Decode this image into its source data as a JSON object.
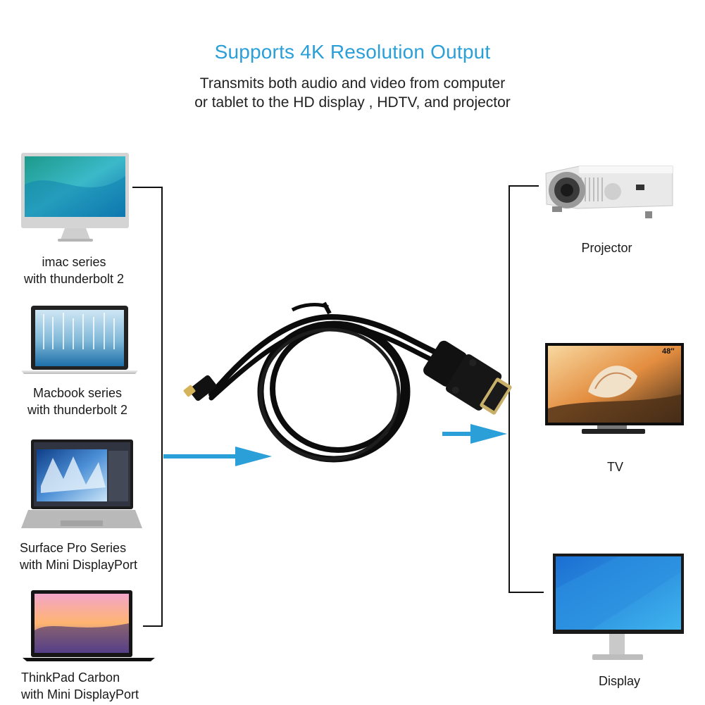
{
  "header": {
    "title": "Supports 4K Resolution Output",
    "line1": "Transmits both audio and video from computer",
    "line2": "or tablet to the HD display , HDTV,  and projector"
  },
  "sources": [
    {
      "label1": "imac series",
      "label2": "with thunderbolt 2"
    },
    {
      "label1": "Macbook series",
      "label2": "with thunderbolt 2"
    },
    {
      "label1": "Surface Pro Series",
      "label2": "with Mini DisplayPort"
    },
    {
      "label1": "ThinkPad Carbon",
      "label2": "with Mini DisplayPort"
    }
  ],
  "outputs": [
    {
      "label": "Projector"
    },
    {
      "label": "TV",
      "badge": "48″"
    },
    {
      "label": "Display"
    }
  ],
  "colors": {
    "accent": "#2a9fd8",
    "line": "#111111",
    "cable": "#0c0c0c",
    "connector_gold": "#c9b06a"
  }
}
